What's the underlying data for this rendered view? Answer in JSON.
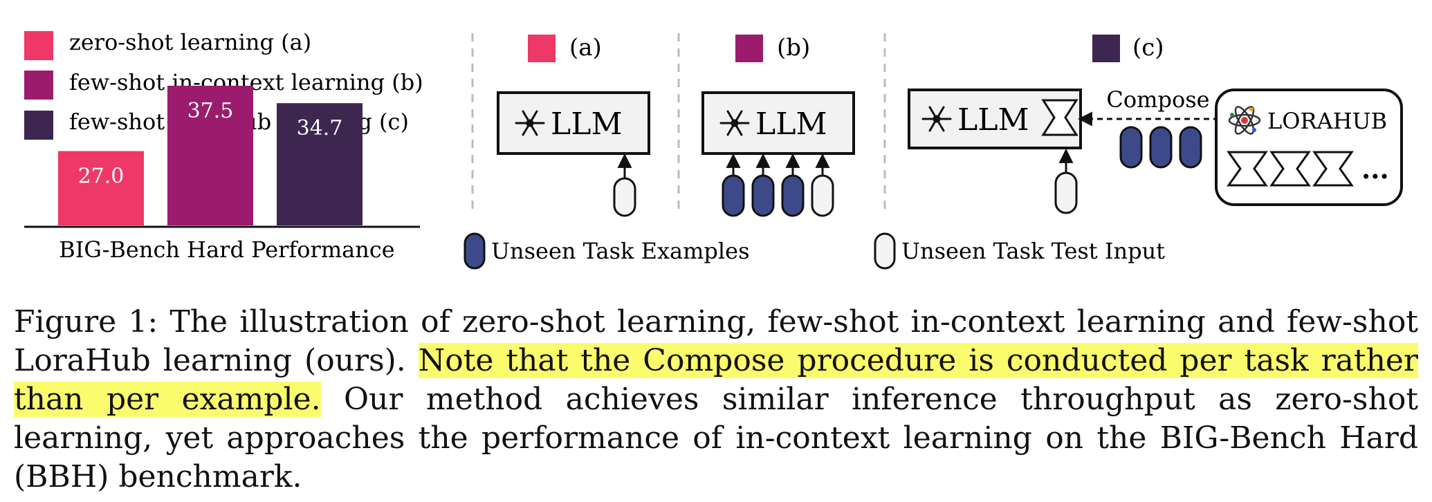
{
  "legend": [
    {
      "label": "zero-shot learning (a)",
      "color": "#ee3868"
    },
    {
      "label": "few-shot in-context learning (b)",
      "color": "#9b1c6c"
    },
    {
      "label": "few-shot LoraHub learning (c)",
      "color": "#3d2650"
    }
  ],
  "chart_data": {
    "type": "bar",
    "categories": [
      "zero-shot learning (a)",
      "few-shot in-context learning (b)",
      "few-shot LoraHub learning (c)"
    ],
    "values": [
      27.0,
      37.5,
      34.7
    ],
    "value_labels": [
      "27.0",
      "37.5",
      "34.7"
    ],
    "colors": [
      "#ee3868",
      "#9b1c6c",
      "#3d2650"
    ],
    "xlabel": "BIG-Bench Hard Performance",
    "title": "",
    "ylabel": ""
  },
  "panels": {
    "a": {
      "label": "(a)",
      "color": "#ee3868",
      "llm": "LLM"
    },
    "b": {
      "label": "(b)",
      "color": "#9b1c6c",
      "llm": "LLM"
    },
    "c": {
      "label": "(c)",
      "color": "#3d2650",
      "llm": "LLM",
      "compose": "Compose",
      "hub": "LORAHUB",
      "ellipsis": "..."
    }
  },
  "key": {
    "examples": "Unseen Task Examples",
    "test_input": "Unseen Task Test Input"
  },
  "colors": {
    "example_pill": "#3d4a8a",
    "llm_box_fill": "#f2f2f2"
  },
  "caption": {
    "part1": "Figure 1: The illustration of zero-shot learning, few-shot in-context learning and few-shot LoraHub learning (ours). ",
    "highlight": "Note that the Compose procedure is conducted per task rather than per example.",
    "part2": " Our method achieves similar inference throughput as zero-shot learning, yet approaches the performance of in-context learning on the BIG-Bench Hard (BBH) benchmark."
  }
}
